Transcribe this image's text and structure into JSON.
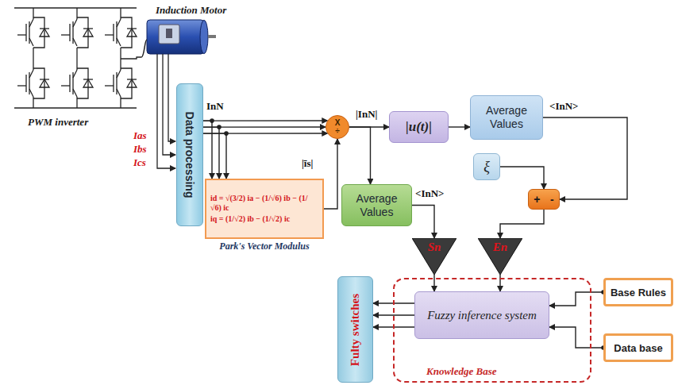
{
  "diagram": {
    "nodes": [
      {
        "text": [
          "Data processing"
        ]
      },
      {
        "text": [
          "X",
          "÷"
        ]
      },
      {
        "text": [
          "id = √(3/2) ia − (1/√6) ib − (1/√6) ic",
          "iq = (1/√2) ib − (1/√2) ic",
          "Park's Vector Modulus"
        ]
      },
      {
        "text": [
          "|u(t)|"
        ]
      },
      {
        "text": [
          "Average Values"
        ]
      },
      {
        "text": [
          "ξ"
        ]
      },
      {
        "text": [
          "+",
          "-"
        ]
      },
      {
        "text": [
          "Average Values"
        ]
      },
      {
        "text": [
          "Sn"
        ]
      },
      {
        "text": [
          "En"
        ]
      },
      {
        "text": [
          "Fulty switches"
        ]
      },
      {
        "text": [
          "Knowledge Base"
        ]
      },
      {
        "text": [
          "Fuzzy inference system"
        ],
        "in": 11
      },
      {
        "text": [
          "Base Rules"
        ]
      },
      {
        "text": [
          "Data base"
        ]
      }
    ],
    "edges": [
      {
        "from": 0,
        "to": 1,
        "arrow": "to",
        "label": "InN"
      },
      {
        "from": 0,
        "to": 2,
        "arrow": "to"
      },
      {
        "from": 2,
        "to": 1,
        "arrow": "to",
        "label": "|īs|"
      },
      {
        "from": 1,
        "to": 3,
        "arrow": "to",
        "label": "|InN|"
      },
      {
        "from": 1,
        "to": 7,
        "arrow": "to"
      },
      {
        "from": 3,
        "to": 4,
        "arrow": "to"
      },
      {
        "from": 4,
        "to": 6,
        "arrow": "to",
        "label": "<InN>"
      },
      {
        "from": 5,
        "to": 6,
        "arrow": "to"
      },
      {
        "from": 6,
        "to": 9,
        "arrow": "to"
      },
      {
        "from": 7,
        "to": 8,
        "arrow": "to",
        "label": "<InN>"
      },
      {
        "from": 8,
        "to": 12,
        "arrow": "to"
      },
      {
        "from": 9,
        "to": 12,
        "arrow": "to"
      },
      {
        "from": 13,
        "to": 12,
        "arrow": "to"
      },
      {
        "from": 14,
        "to": 12,
        "arrow": "to"
      },
      {
        "from": 12,
        "to": 10,
        "arrow": "to"
      }
    ],
    "labels": [
      "PWM inverter",
      "Induction Motor",
      "Ias",
      "Ibs",
      "Ics"
    ]
  }
}
